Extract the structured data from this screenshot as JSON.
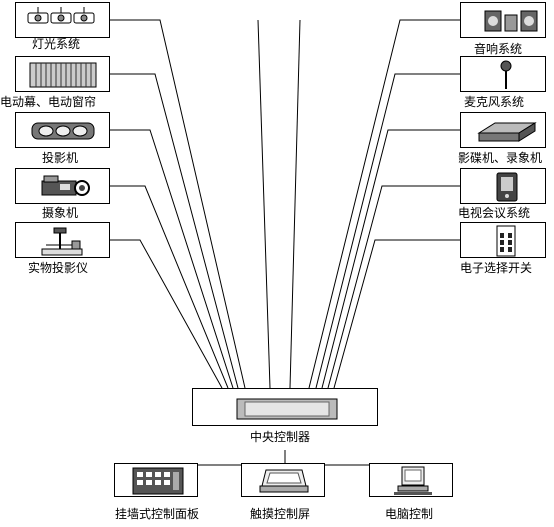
{
  "left_devices": [
    {
      "label": "灯光系统",
      "icon": "lights-icon"
    },
    {
      "label": "电动幕、电动窗帘",
      "icon": "screen-curtain-icon"
    },
    {
      "label": "投影机",
      "icon": "projector-icon"
    },
    {
      "label": "摄象机",
      "icon": "camera-icon"
    },
    {
      "label": "实物投影仪",
      "icon": "visualizer-icon"
    }
  ],
  "right_devices": [
    {
      "label": "音响系统",
      "icon": "audio-system-icon"
    },
    {
      "label": "麦克风系统",
      "icon": "microphone-icon"
    },
    {
      "label": "影碟机、录象机",
      "icon": "disc-player-icon"
    },
    {
      "label": "电视会议系统",
      "icon": "video-conference-icon"
    },
    {
      "label": "电子选择开关",
      "icon": "selector-switch-icon"
    }
  ],
  "controller": {
    "label": "中央控制器",
    "icon": "central-controller-icon"
  },
  "bottom_devices": [
    {
      "label": "挂墙式控制面板",
      "icon": "wall-panel-icon"
    },
    {
      "label": "触摸控制屏",
      "icon": "touch-screen-icon"
    },
    {
      "label": "电脑控制",
      "icon": "computer-icon"
    }
  ]
}
